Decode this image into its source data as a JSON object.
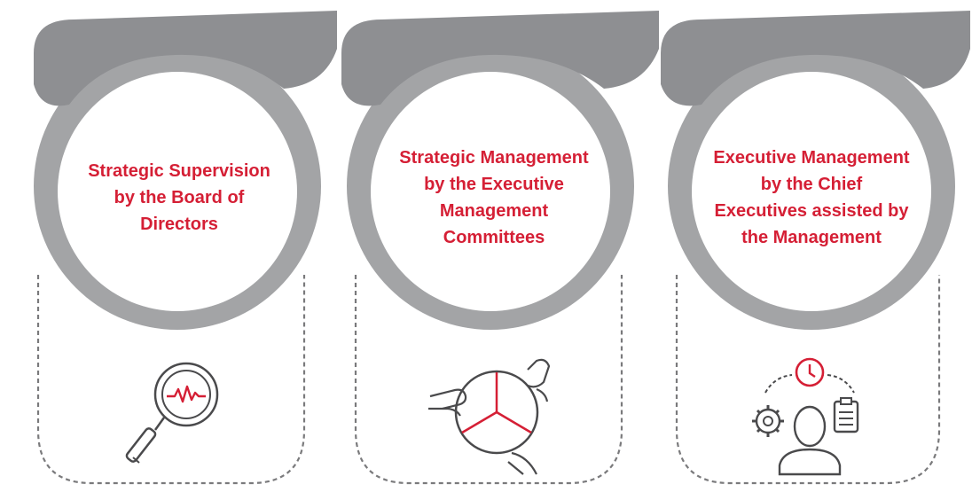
{
  "colors": {
    "accent_red": "#d51f35",
    "ring_gray": "#a3a4a6",
    "cap_gray": "#8e8f92",
    "line_gray": "#7a7a7c",
    "icon_gray": "#4a4a4c",
    "inner_white": "#ffffff"
  },
  "stages": [
    {
      "title": "Strategic Supervision by the Board of Directors",
      "icon": "magnifier-pulse-icon"
    },
    {
      "title": "Strategic Management by the Executive Management Committees",
      "icon": "hands-circle-icon"
    },
    {
      "title": "Executive Management by the Chief Executives assisted by the Management",
      "icon": "person-clock-gear-clipboard-icon"
    }
  ]
}
